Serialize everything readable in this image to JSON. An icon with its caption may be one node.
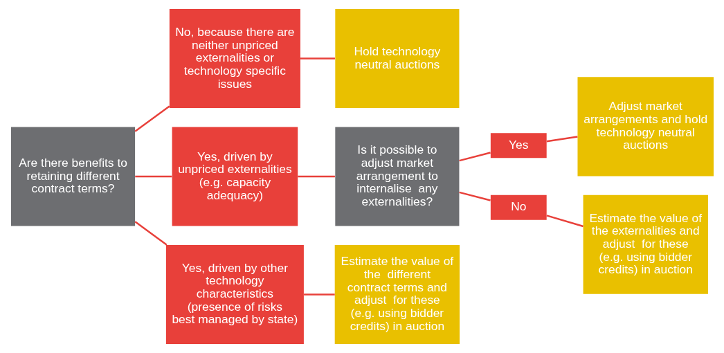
{
  "diagram": {
    "nodes": [
      {
        "text": [
          "Are there benefits to retaining different contract terms?"
        ]
      },
      {
        "text": [
          "No, because there are neither unpriced externalities or technology specific issues"
        ]
      },
      {
        "text": [
          "Yes, driven by unpriced externalities (e.g. capacity adequacy)"
        ]
      },
      {
        "text": [
          "Yes, driven by other technology characteristics (presence of risks best managed by state)"
        ]
      },
      {
        "text": [
          "Hold technology neutral auctions"
        ]
      },
      {
        "text": [
          "Is it possible to adjust market arrangement to internalise  any externalities?"
        ]
      },
      {
        "text": [
          "Estimate the value of the  different contract terms and adjust  for these (e.g. using bidder credits) in auction"
        ]
      },
      {
        "text": [
          "Yes"
        ]
      },
      {
        "text": [
          "No"
        ]
      },
      {
        "text": [
          "Adjust market arrangements and hold technology neutral auctions"
        ]
      },
      {
        "text": [
          "Estimate the value of the externalities and adjust  for these (e.g. using bidder credits) in auction"
        ]
      }
    ],
    "edges": [
      {
        "from": 0,
        "to": 1,
        "arrow": "none"
      },
      {
        "from": 0,
        "to": 2,
        "arrow": "none"
      },
      {
        "from": 0,
        "to": 3,
        "arrow": "none"
      },
      {
        "from": 1,
        "to": 4,
        "arrow": "none"
      },
      {
        "from": 2,
        "to": 5,
        "arrow": "none"
      },
      {
        "from": 3,
        "to": 6,
        "arrow": "none"
      },
      {
        "from": 5,
        "to": 7,
        "arrow": "none"
      },
      {
        "from": 5,
        "to": 8,
        "arrow": "none"
      },
      {
        "from": 7,
        "to": 9,
        "arrow": "none"
      },
      {
        "from": 8,
        "to": 10,
        "arrow": "none"
      }
    ]
  }
}
